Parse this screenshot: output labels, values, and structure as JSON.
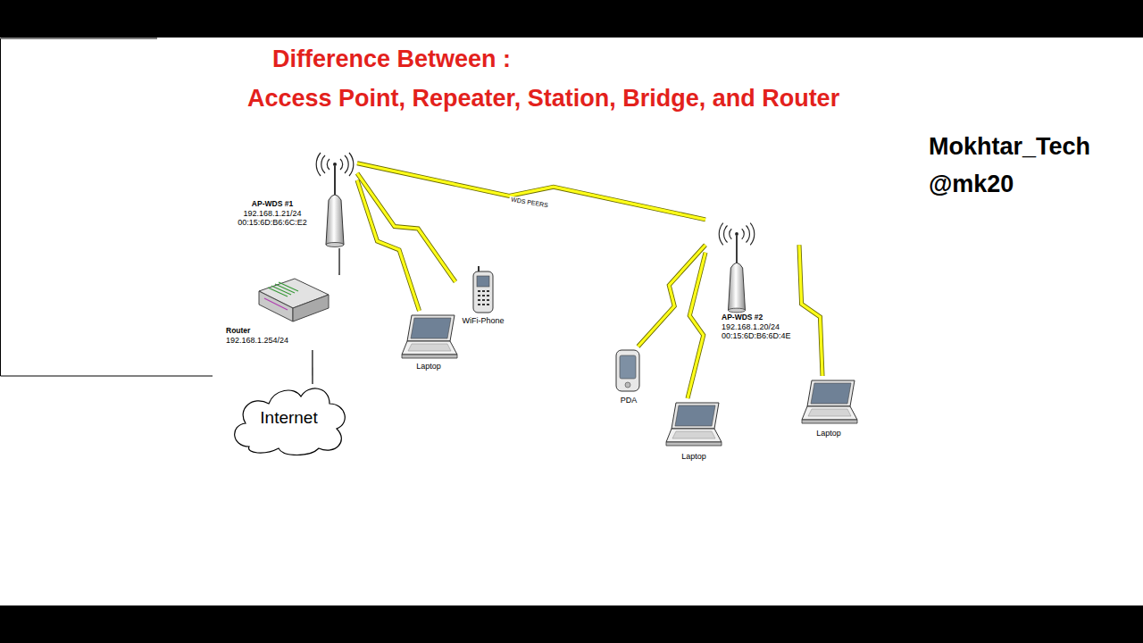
{
  "diagram": {
    "title": "Difference Between :",
    "nodes": [
      {
        "text": [
          "AP-WDS #1",
          "192.168.1.21/24",
          "00:15:6D:B6:6C:E2"
        ]
      },
      {
        "text": [
          "Router",
          "192.168.1.254/24"
        ]
      },
      {
        "text": [
          "Internet"
        ]
      },
      {
        "text": [
          "Laptop"
        ]
      },
      {
        "text": [
          "WiFi-Phone"
        ]
      },
      {
        "text": [
          "AP-WDS #2",
          "192.168.1.20/24",
          "00:15:6D:B6:6D:4E"
        ]
      },
      {
        "text": [
          "PDA"
        ]
      },
      {
        "text": [
          "Laptop"
        ]
      },
      {
        "text": [
          "Laptop"
        ]
      }
    ],
    "edges": [
      {
        "from": 0,
        "to": 5,
        "arrow": "none",
        "label": "WDS PEERS"
      },
      {
        "from": 0,
        "to": 1,
        "arrow": "none"
      },
      {
        "from": 1,
        "to": 2,
        "arrow": "none"
      },
      {
        "from": 0,
        "to": 3,
        "arrow": "none"
      },
      {
        "from": 0,
        "to": 4,
        "arrow": "none"
      },
      {
        "from": 5,
        "to": 6,
        "arrow": "none"
      },
      {
        "from": 5,
        "to": 7,
        "arrow": "none"
      },
      {
        "from": 5,
        "to": 8,
        "arrow": "none"
      }
    ],
    "labels": [
      "Access Point, Repeater, Station, Bridge, and Router",
      "Mokhtar_Tech",
      "@mk20"
    ]
  }
}
